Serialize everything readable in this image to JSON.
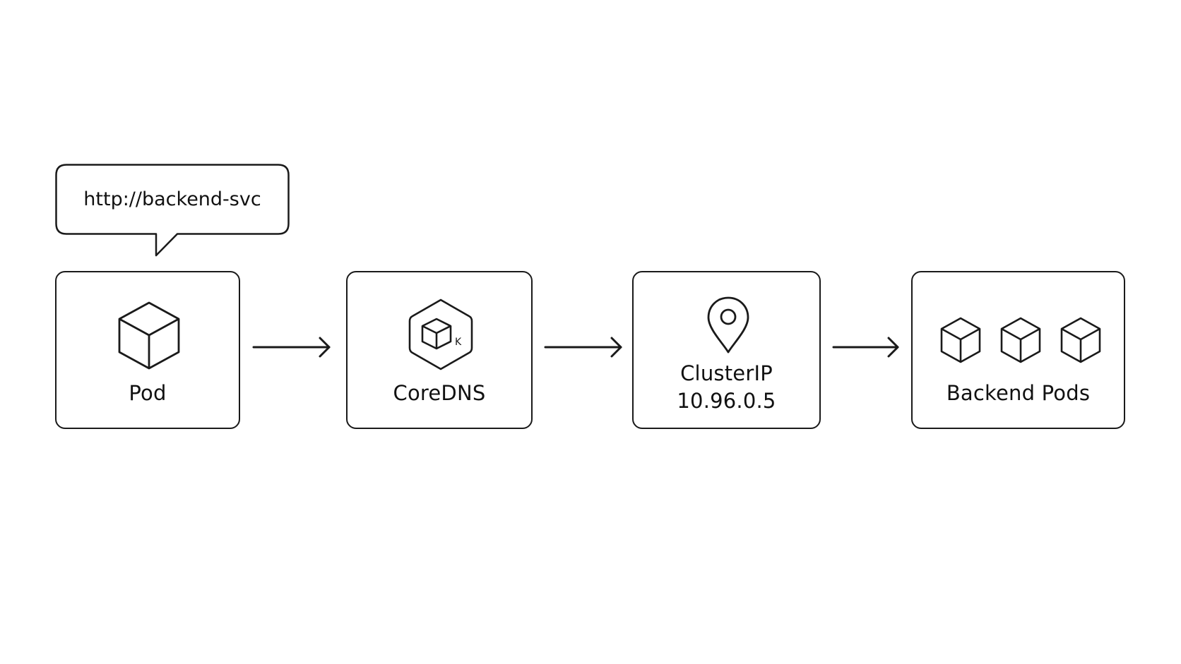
{
  "request": {
    "url": "http://backend-svc"
  },
  "nodes": {
    "pod": {
      "label": "Pod",
      "icon": "cube-icon"
    },
    "coredns": {
      "label": "CoreDNS",
      "icon": "coredns-hexagon-icon",
      "badge": "K"
    },
    "clusterip": {
      "label": "ClusterIP",
      "ip": "10.96.0.5",
      "icon": "location-pin-icon"
    },
    "backend": {
      "label": "Backend Pods",
      "icon": "cube-icon"
    }
  },
  "colors": {
    "stroke": "#1a1a1a",
    "background": "#ffffff"
  }
}
